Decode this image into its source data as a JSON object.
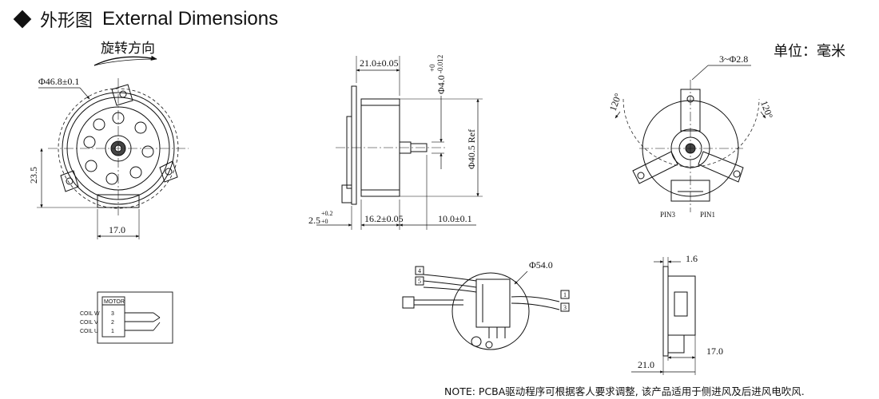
{
  "header": {
    "title_zh": "外形图",
    "title_en": "External Dimensions",
    "unit": "单位：毫米",
    "rotation": "旋转方向"
  },
  "front_view": {
    "diameter": "Φ46.8±0.1",
    "height": "23.5",
    "mount_width": "17.0"
  },
  "side_view": {
    "top_depth": "21.0±0.05",
    "shaft_diameter": "Φ4.0",
    "shaft_tol_upper": "+0",
    "shaft_tol_lower": "-0.012",
    "body_diameter": "Φ40.5 Ref",
    "flange": "2.5",
    "flange_tol_upper": "+0.2",
    "flange_tol_lower": "+0",
    "body_length": "16.2±0.05",
    "shaft_length": "10.0±0.1"
  },
  "rear_view": {
    "holes": "3~Φ2.8",
    "angle_left": "120°",
    "angle_right": "120°",
    "pin3": "PIN3",
    "pin1": "PIN1"
  },
  "wiring": {
    "motor": "MOTOR",
    "coils": [
      {
        "name": "COIL W",
        "pin": "3"
      },
      {
        "name": "COIL V",
        "pin": "2"
      },
      {
        "name": "COIL U",
        "pin": "1"
      }
    ]
  },
  "pcba_view": {
    "diameter": "Φ54.0",
    "tag4": "4",
    "tag5": "5",
    "tag1": "1",
    "tag3": "3"
  },
  "profile_view": {
    "thickness": "1.6",
    "depth": "17.0",
    "total": "21.0"
  },
  "note": "NOTE: PCBA驱动程序可根据客人要求调整, 该产品适用于侧进风及后进风电吹风."
}
